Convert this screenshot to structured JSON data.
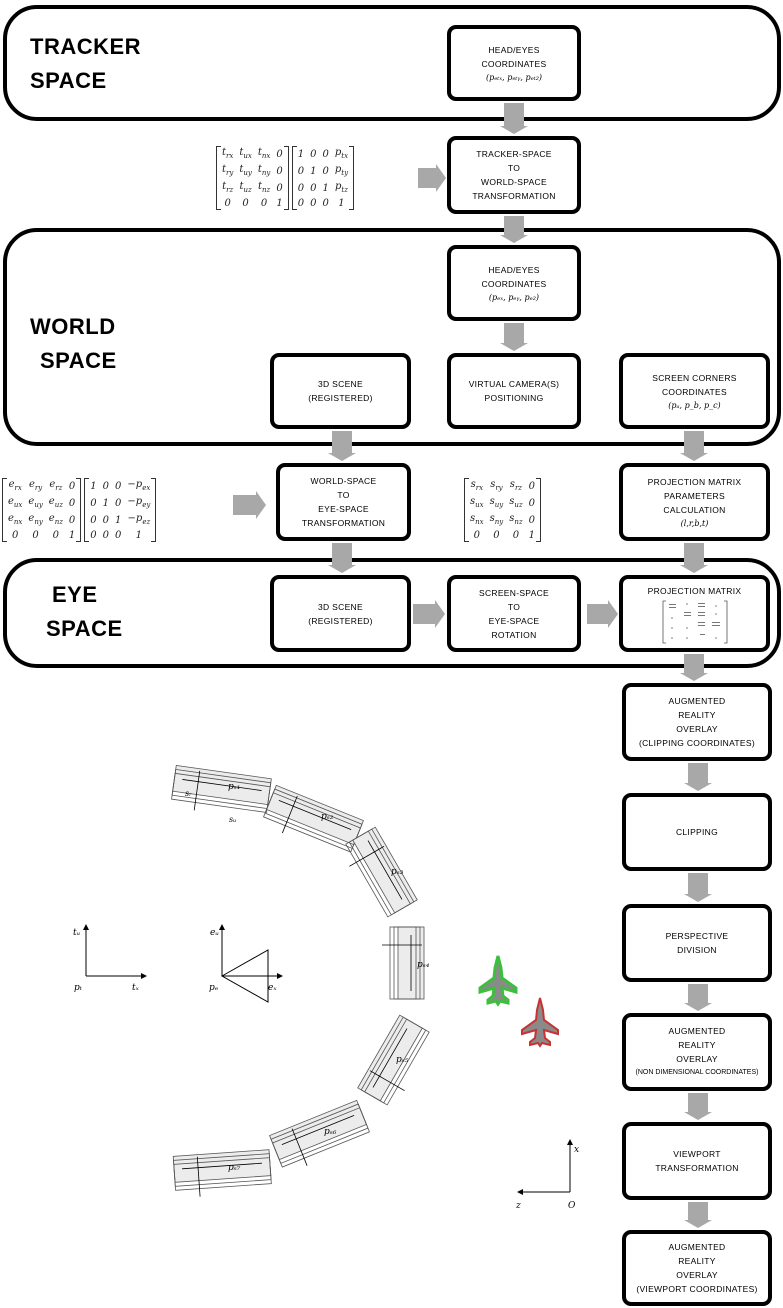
{
  "regions": {
    "tracker": {
      "line1": "TRACKER",
      "line2": "SPACE"
    },
    "world": {
      "line1": "WORLD",
      "line2": "SPACE"
    },
    "eye": {
      "line1": "EYE",
      "line2": "SPACE"
    }
  },
  "boxes": {
    "head_tracker": {
      "l1": "HEAD/EYES",
      "l2": "COORDINATES",
      "math": "(pₑₜₓ, pₑₜᵧ, pₑₜ₂)"
    },
    "tracker_to_world": {
      "l1": "TRACKER-SPACE",
      "l2": "TO",
      "l3": "WORLD-SPACE",
      "l4": "TRANSFORMATION"
    },
    "head_world": {
      "l1": "HEAD/EYES",
      "l2": "COORDINATES",
      "math": "(pₑₓ, pₑᵧ, pₑ₂)"
    },
    "scene_world": {
      "l1": "3D SCENE",
      "l2": "(REGISTERED)"
    },
    "virtual_camera": {
      "l1": "VIRTUAL CAMERA(S)",
      "l2": "POSITIONING"
    },
    "screen_corners": {
      "l1": "SCREEN CORNERS",
      "l2": "COORDINATES",
      "math": "(pₐ, p_b, p_c)"
    },
    "world_to_eye": {
      "l1": "WORLD-SPACE",
      "l2": "TO",
      "l3": "EYE-SPACE",
      "l4": "TRANSFORMATION"
    },
    "proj_params": {
      "l1": "PROJECTION MATRIX",
      "l2": "PARAMETERS",
      "l3": "CALCULATION",
      "math": "(l,r,b,t)"
    },
    "scene_eye": {
      "l1": "3D SCENE",
      "l2": "(REGISTERED)"
    },
    "screen_to_eye": {
      "l1": "SCREEN-SPACE",
      "l2": "TO",
      "l3": "EYE-SPACE",
      "l4": "ROTATION"
    },
    "proj_matrix": {
      "l1": "PROJECTION MATRIX"
    },
    "ar_clip": {
      "l1": "AUGMENTED",
      "l2": "REALITY",
      "l3": "OVERLAY",
      "l4": "(CLIPPING COORDINATES)"
    },
    "clipping": {
      "l1": "CLIPPING"
    },
    "perspective": {
      "l1": "PERSPECTIVE",
      "l2": "DIVISION"
    },
    "ar_ndc": {
      "l1": "AUGMENTED",
      "l2": "REALITY",
      "l3": "OVERLAY",
      "l4": "(NON DIMENSIONAL COORDINATES)"
    },
    "viewport": {
      "l1": "VIEWPORT",
      "l2": "TRANSFORMATION"
    },
    "ar_viewport": {
      "l1": "AUGMENTED",
      "l2": "REALITY",
      "l3": "OVERLAY",
      "l4": "(VIEWPORT COORDINATES)"
    }
  },
  "matrices": {
    "tracker_rot": [
      [
        "t_rx",
        "t_ux",
        "t_nx",
        "0"
      ],
      [
        "t_ry",
        "t_uy",
        "t_ny",
        "0"
      ],
      [
        "t_rz",
        "t_uz",
        "t_nz",
        "0"
      ],
      [
        "0",
        "0",
        "0",
        "1"
      ]
    ],
    "tracker_trans": [
      [
        "1",
        "0",
        "0",
        "p_tx"
      ],
      [
        "0",
        "1",
        "0",
        "p_ty"
      ],
      [
        "0",
        "0",
        "1",
        "p_tz"
      ],
      [
        "0",
        "0",
        "0",
        "1"
      ]
    ],
    "eye_rot": [
      [
        "e_rx",
        "e_ry",
        "e_rz",
        "0"
      ],
      [
        "e_ux",
        "e_uy",
        "e_uz",
        "0"
      ],
      [
        "e_nx",
        "e_ny",
        "e_nz",
        "0"
      ],
      [
        "0",
        "0",
        "0",
        "1"
      ]
    ],
    "eye_trans": [
      [
        "1",
        "0",
        "0",
        "−p_ex"
      ],
      [
        "0",
        "1",
        "0",
        "−p_ey"
      ],
      [
        "0",
        "0",
        "1",
        "−p_ez"
      ],
      [
        "0",
        "0",
        "0",
        "1"
      ]
    ],
    "screen_rot": [
      [
        "s_rx",
        "s_ry",
        "s_rz",
        "0"
      ],
      [
        "s_ux",
        "s_uy",
        "s_uz",
        "0"
      ],
      [
        "s_nx",
        "s_ny",
        "s_nz",
        "0"
      ],
      [
        "0",
        "0",
        "0",
        "1"
      ]
    ]
  },
  "illustration": {
    "tracker_axes": {
      "up": "tᵤ",
      "right": "tₓ",
      "origin": "pₜ"
    },
    "eye_axes": {
      "up": "eᵤ",
      "right": "eₓ",
      "origin": "pₑ"
    },
    "screen_labels": [
      "pₛ₁",
      "pₛ₂",
      "pₛ₃",
      "pₛ₄",
      "pₛ₅",
      "pₛ₆",
      "pₛ₇"
    ],
    "screen_axis_labels": {
      "r": "sᵣ",
      "u": "sᵤ"
    },
    "viewport_axes": {
      "x": "x",
      "z": "z",
      "origin": "O"
    },
    "aircraft_colors": {
      "green": "#3cbf3c",
      "red": "#c83232"
    }
  }
}
